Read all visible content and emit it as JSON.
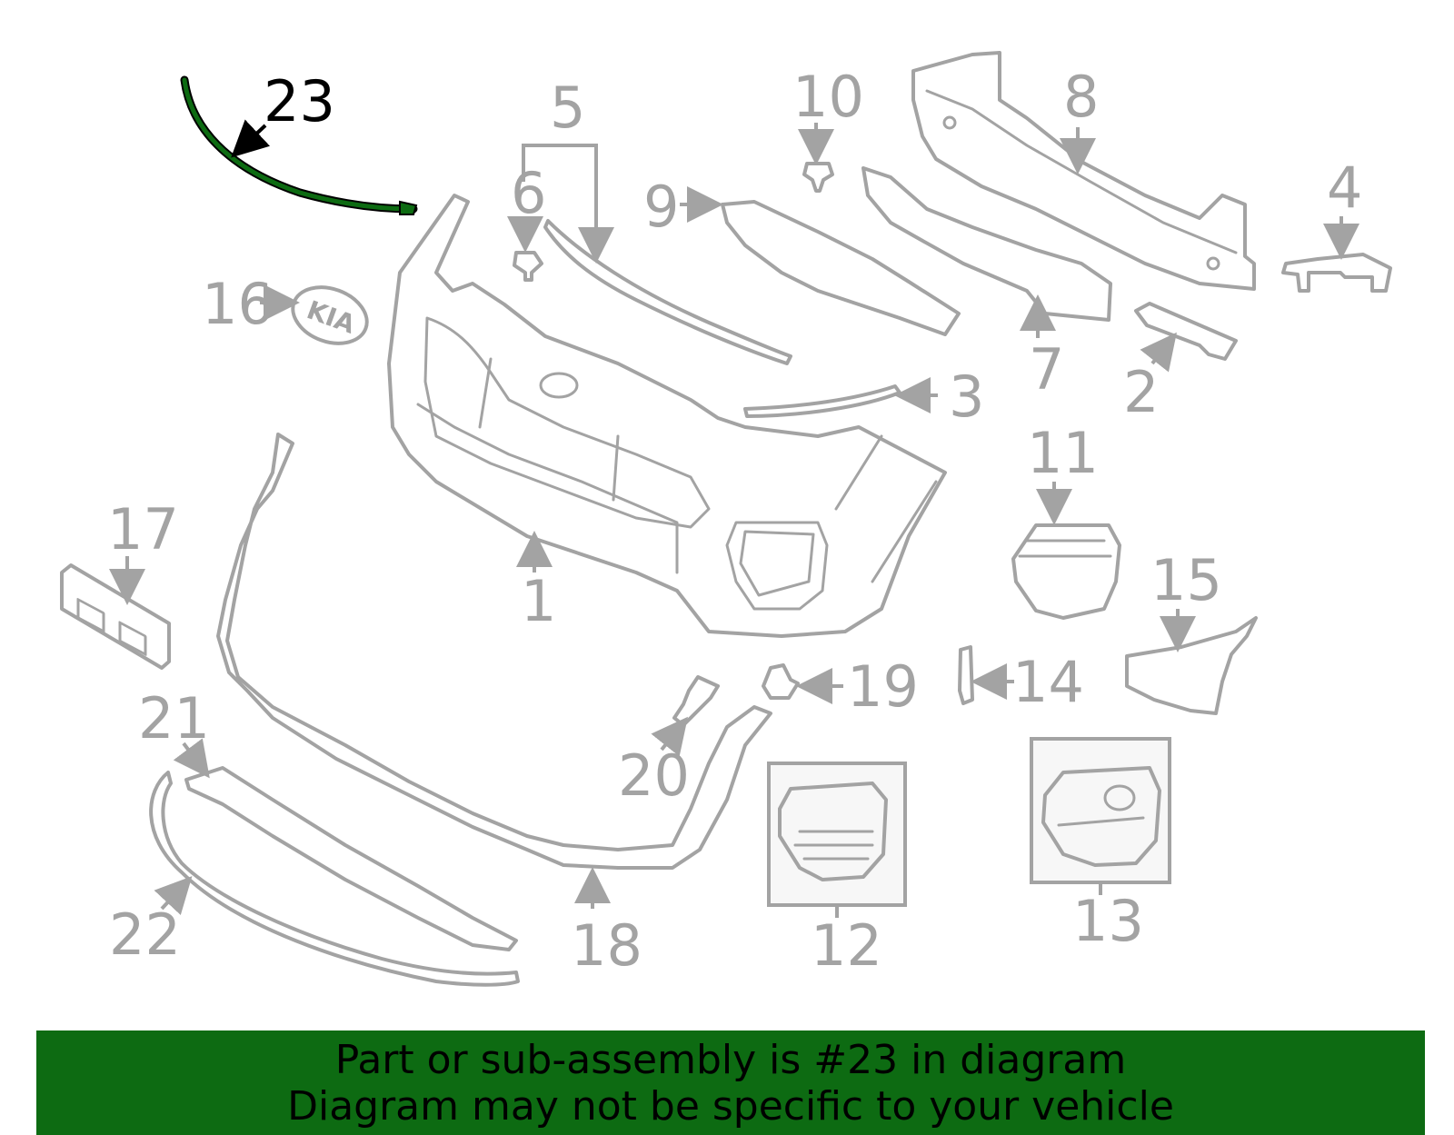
{
  "diagram": {
    "highlighted_part": "23",
    "highlight_color": "#0d6b12",
    "line_color": "#a3a3a3",
    "callouts": [
      "1",
      "2",
      "3",
      "4",
      "5",
      "6",
      "7",
      "8",
      "9",
      "10",
      "11",
      "12",
      "13",
      "14",
      "15",
      "16",
      "17",
      "18",
      "19",
      "20",
      "21",
      "22",
      "23"
    ]
  },
  "banner": {
    "background": "#0d6b12",
    "line1": "Part or sub-assembly is #23 in diagram",
    "line2": "Diagram may not be specific to your vehicle"
  }
}
